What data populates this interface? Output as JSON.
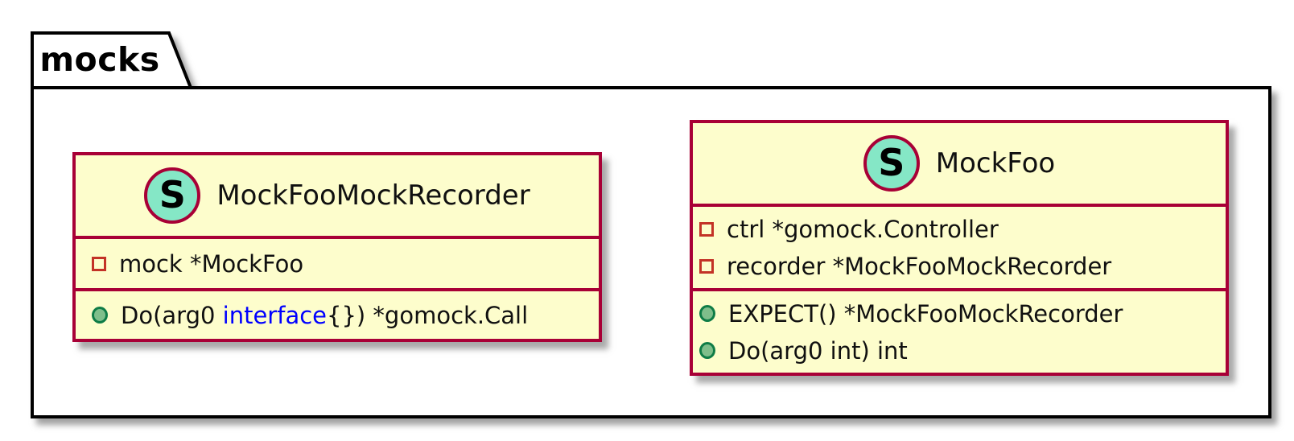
{
  "package": {
    "name": "mocks"
  },
  "classes": [
    {
      "name": "MockFooMockRecorder",
      "stereotype": {
        "letter": "S",
        "icon": "struct-circle-icon"
      },
      "fields": [
        {
          "icon": "private-field-square-icon",
          "text": "mock *MockFoo"
        }
      ],
      "methods": [
        {
          "icon": "public-method-circle-icon",
          "pre": "Do(arg0 ",
          "keyword": "interface",
          "post": "{}) *gomock.Call"
        }
      ]
    },
    {
      "name": "MockFoo",
      "stereotype": {
        "letter": "S",
        "icon": "struct-circle-icon"
      },
      "fields": [
        {
          "icon": "private-field-square-icon",
          "text": "ctrl *gomock.Controller"
        },
        {
          "icon": "private-field-square-icon",
          "text": "recorder *MockFooMockRecorder"
        }
      ],
      "methods": [
        {
          "icon": "public-method-circle-icon",
          "text": "EXPECT() *MockFooMockRecorder"
        },
        {
          "icon": "public-method-circle-icon",
          "text": "Do(arg0 int) int"
        }
      ]
    }
  ],
  "colors": {
    "class_fill": "#FDFDCC",
    "class_border": "#A80036",
    "stereotype_circle_fill": "#85E7C6",
    "field_icon_red": "#C33226",
    "method_icon_fill": "#7FBE8B",
    "method_icon_border": "#0E7C46",
    "keyword_blue": "#0000FF",
    "package_border": "#000000"
  }
}
